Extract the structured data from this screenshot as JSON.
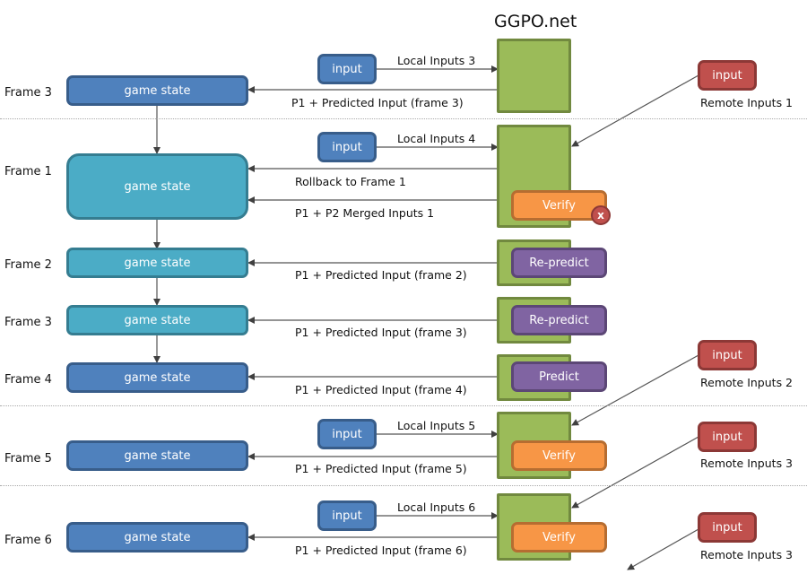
{
  "title": "GGPO.net",
  "colors": {
    "game_state_dark": "#4f81bd",
    "game_state_light": "#4bacc6",
    "local_input": "#4f81bd",
    "remote_input": "#c0504d",
    "ggpo_box": "#9bbb59",
    "verify": "#f79646",
    "predict": "#8064a2",
    "error_badge": "#c0504d"
  },
  "rows": [
    {
      "frame": "Frame 3",
      "state": "game state",
      "local_input": "input",
      "local_label": "Local Inputs 3",
      "feedback_label": "P1 + Predicted Input (frame 3)",
      "remote_input": "input",
      "remote_label": "Remote Inputs 1"
    },
    {
      "frame": "Frame 1",
      "state": "game state",
      "local_input": "input",
      "local_label": "Local Inputs 4",
      "rollback_label": "Rollback to Frame 1",
      "feedback_label": "P1 + P2 Merged Inputs 1",
      "action": "Verify",
      "badge": "x"
    },
    {
      "frame": "Frame 2",
      "state": "game state",
      "feedback_label": "P1 + Predicted Input (frame 2)",
      "action": "Re-predict"
    },
    {
      "frame": "Frame 3",
      "state": "game state",
      "feedback_label": "P1 + Predicted Input (frame 3)",
      "action": "Re-predict"
    },
    {
      "frame": "Frame 4",
      "state": "game state",
      "feedback_label": "P1 + Predicted Input (frame 4)",
      "action": "Predict",
      "remote_input": "input",
      "remote_label": "Remote Inputs 2"
    },
    {
      "frame": "Frame 5",
      "state": "game state",
      "local_input": "input",
      "local_label": "Local Inputs 5",
      "feedback_label": "P1 + Predicted Input (frame 5)",
      "action": "Verify",
      "remote_input": "input",
      "remote_label": "Remote Inputs 3"
    },
    {
      "frame": "Frame 6",
      "state": "game state",
      "local_input": "input",
      "local_label": "Local Inputs 6",
      "feedback_label": "P1 + Predicted Input (frame 6)",
      "action": "Verify",
      "remote_input": "input",
      "remote_label": "Remote Inputs 3"
    }
  ]
}
